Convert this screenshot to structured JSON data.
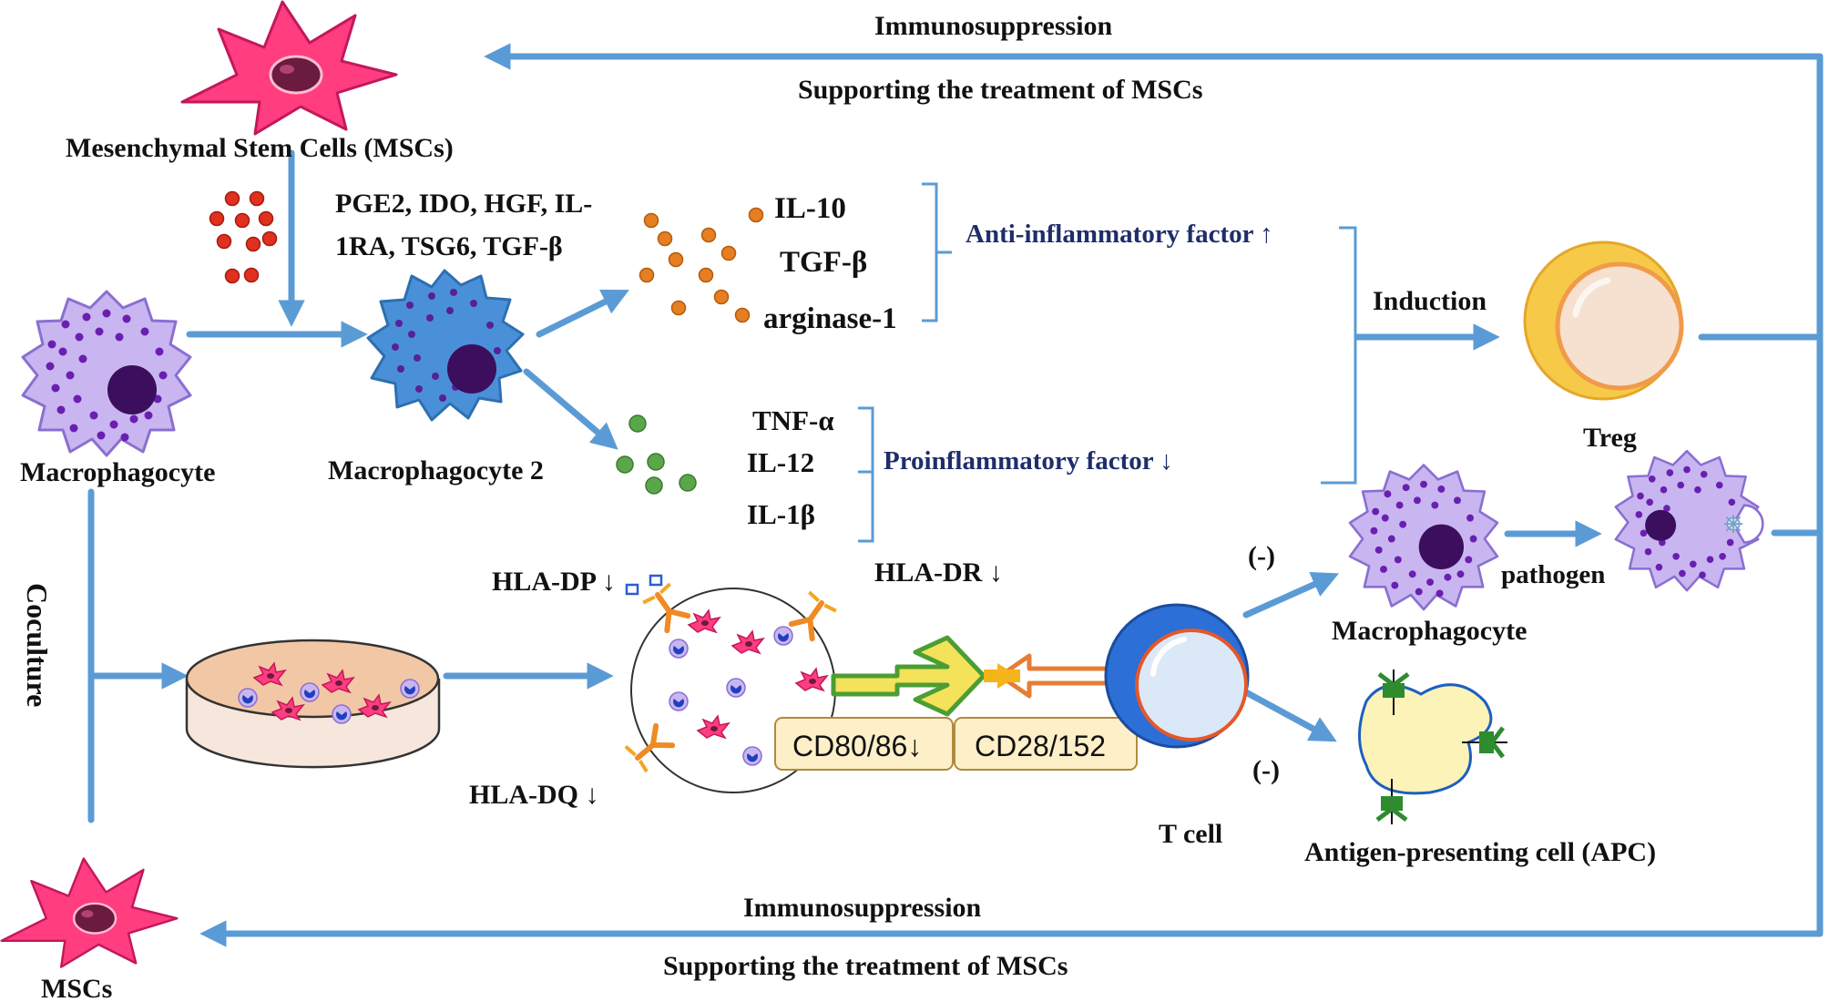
{
  "loops": {
    "top_main": "Immunosuppression",
    "top_sub": "Supporting the treatment of MSCs",
    "bottom_main": "Immunosuppression",
    "bottom_sub": "Supporting the treatment of MSCs"
  },
  "cells": {
    "msc_top": "Mesenchymal Stem Cells (MSCs)",
    "macrophage_left": "Macrophagocyte",
    "macrophage2": "Macrophagocyte 2",
    "msc_bottom": "MSCs",
    "treg": "Treg",
    "macrophage_right": "Macrophagocyte",
    "tcell": "T cell",
    "apc": "Antigen-presenting cell (APC)"
  },
  "msc_factors": {
    "line1": "PGE2, IDO, HGF, IL-",
    "line2": "1RA, TSG6, TGF-β"
  },
  "anti_factors": {
    "items": [
      "IL-10",
      "TGF-β",
      "arginase-1"
    ],
    "label": "Anti-inflammatory factor ↑"
  },
  "pro_factors": {
    "items": [
      "TNF-α",
      "IL-12",
      "IL-1β"
    ],
    "label": "Proinflammatory factor ↓"
  },
  "labels": {
    "induction": "Induction",
    "pathogen": "pathogen",
    "coculture": "Coculture",
    "hla_dp": "HLA-DP ↓",
    "hla_dr": "HLA-DR ↓",
    "hla_dq": "HLA-DQ ↓",
    "inhibit_macro": "(-)",
    "inhibit_apc": "(-)"
  },
  "receptors": {
    "cd80": "CD80/86↓",
    "cd28": "CD28/152"
  },
  "colors": {
    "arrow": "#5b9bd5",
    "msc": "#ff3d7f",
    "macrophage": "#c9b6f0",
    "macrophage2": "#4a90d9",
    "nucleus": "#3b0f5e",
    "red_dot": "#e0301e",
    "orange_dot": "#e67e22",
    "green_dot": "#5aa64a",
    "treg": "#f7c948",
    "apc": "#fbf3b8",
    "receptor_box": "#fdefc8",
    "label_blue": "#1f2d6b"
  }
}
